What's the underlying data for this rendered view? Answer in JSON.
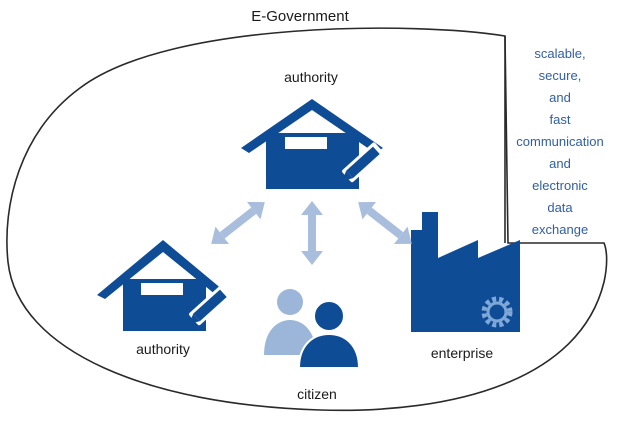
{
  "title": "E-Government",
  "nodes": {
    "authority_top": "authority",
    "authority_left": "authority",
    "citizen": "citizen",
    "enterprise": "enterprise"
  },
  "callout": {
    "lines": [
      "scalable,",
      "secure,",
      "and",
      "fast",
      "communication",
      "and",
      "electronic",
      "data",
      "exchange"
    ]
  },
  "colors": {
    "primary": "#0f4c96",
    "light_blue": "#a9bedd",
    "light_person": "#9bb6d9",
    "outline": "#2a2a2a",
    "callout_text": "#2f5ea8"
  }
}
